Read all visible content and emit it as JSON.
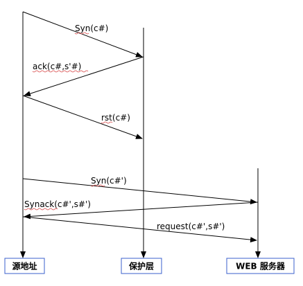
{
  "entities": {
    "source": "源地址",
    "protector": "保护层",
    "server": "WEB 服务器"
  },
  "messages": {
    "syn1": "Syn(c#)",
    "ack": "ack(c#,s'#)",
    "rst": "rst(c#)",
    "syn2": "Syn(c#')",
    "synack": "Synack(c#',s#')",
    "request": "request(c#',s#')"
  },
  "colors": {
    "line": "#000000",
    "box_fill": "#ffffff",
    "box_border": "#3a5fcd",
    "spell_underline": "#d64040"
  }
}
